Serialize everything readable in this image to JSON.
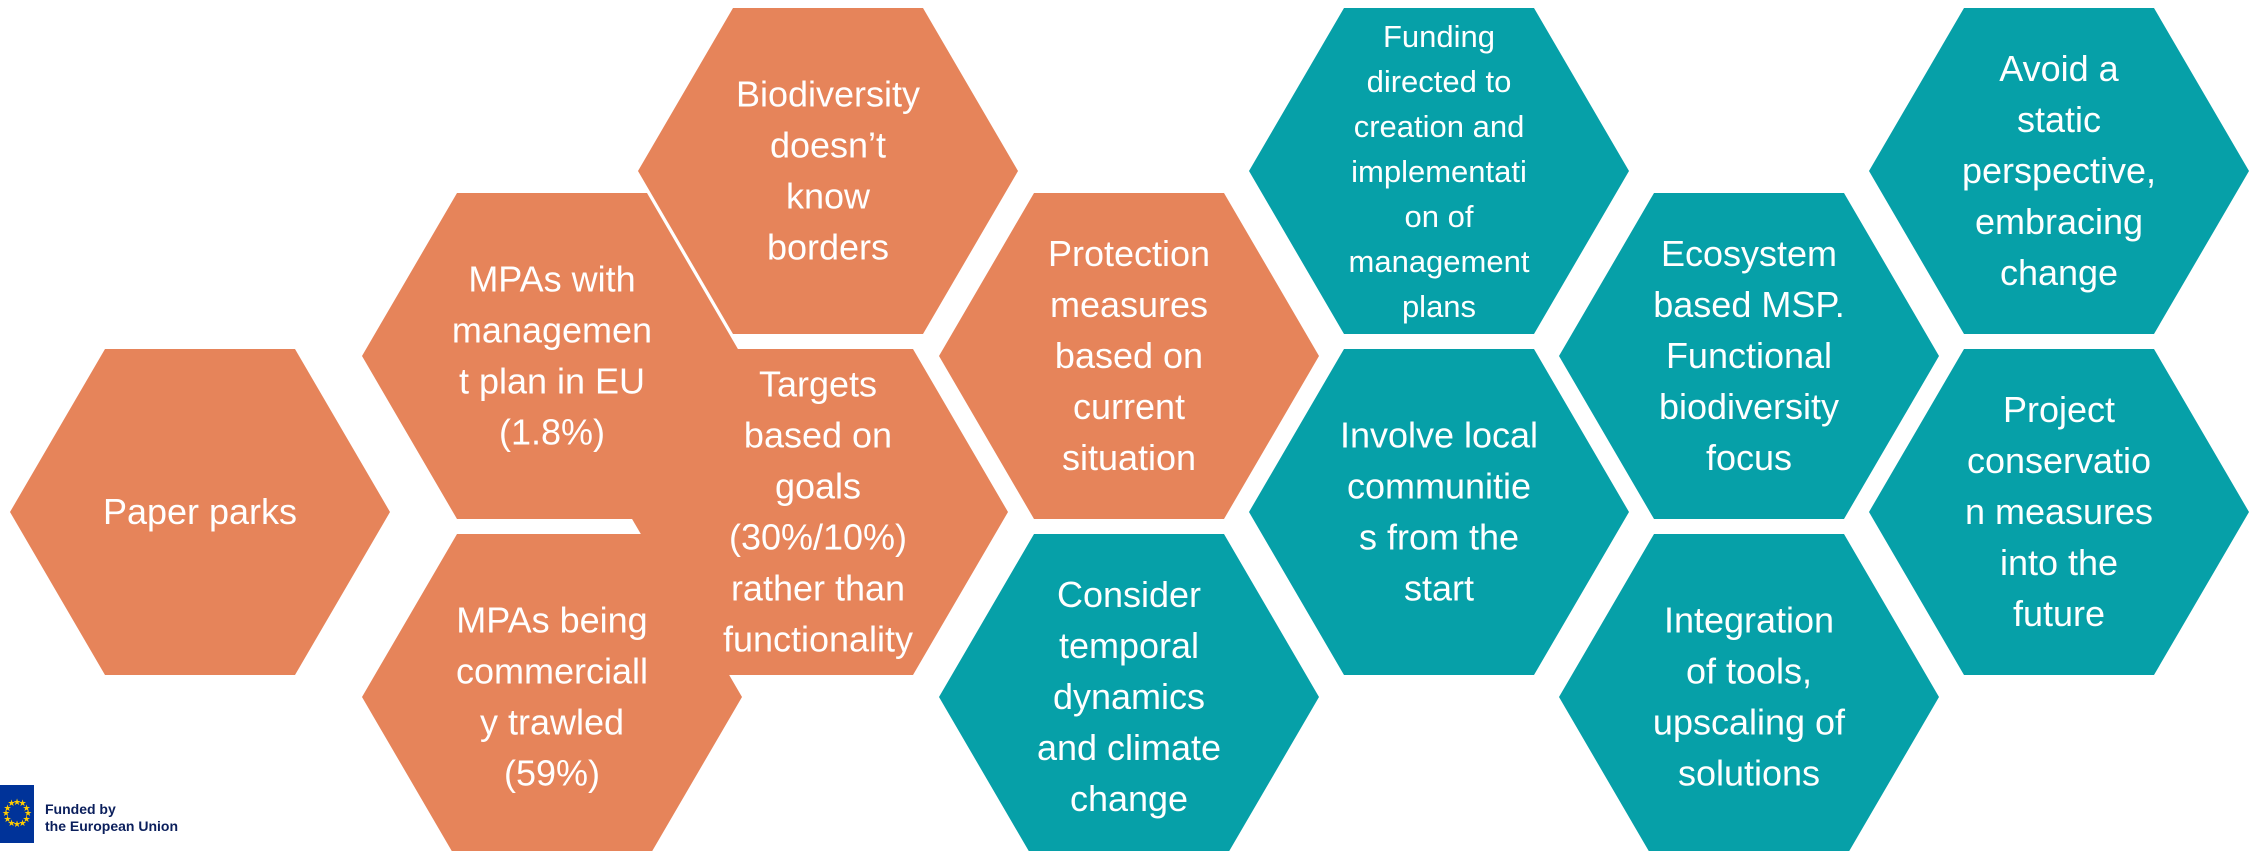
{
  "colors": {
    "orange": "#e6845a",
    "teal": "#06a0a8",
    "text": "#ffffff",
    "eu_blue": "#003399",
    "eu_yellow": "#ffcc00"
  },
  "hexagons": [
    {
      "id": "paper-parks",
      "color": "orange",
      "lines": [
        "Paper parks"
      ]
    },
    {
      "id": "mpas-management",
      "color": "orange",
      "lines": [
        "MPAs with",
        "managemen",
        "t plan in EU",
        "(1.8%)"
      ]
    },
    {
      "id": "mpas-trawled",
      "color": "orange",
      "lines": [
        "MPAs being",
        "commerciall",
        "y trawled",
        "(59%)"
      ]
    },
    {
      "id": "biodiversity-borders",
      "color": "orange",
      "lines": [
        "Biodiversity",
        "doesn’t",
        "know",
        "borders"
      ]
    },
    {
      "id": "targets-goals",
      "color": "orange",
      "lines": [
        "Targets",
        "based on",
        "goals",
        "(30%/10%)",
        "rather than",
        "functionality"
      ]
    },
    {
      "id": "protection-measures",
      "color": "orange",
      "lines": [
        "Protection",
        "measures",
        "based on",
        "current",
        "situation"
      ]
    },
    {
      "id": "temporal-dynamics",
      "color": "teal",
      "lines": [
        "Consider",
        "temporal",
        "dynamics",
        "and climate",
        "change"
      ]
    },
    {
      "id": "funding",
      "color": "teal",
      "small": true,
      "lines": [
        "Funding",
        "directed to",
        "creation and",
        "implementati",
        "on of",
        "management",
        "plans"
      ]
    },
    {
      "id": "local-communities",
      "color": "teal",
      "lines": [
        "Involve local",
        "communitie",
        "s from the",
        "start"
      ]
    },
    {
      "id": "ecosystem-msp",
      "color": "teal",
      "lines": [
        "Ecosystem",
        "based MSP.",
        "Functional",
        "biodiversity",
        "focus"
      ]
    },
    {
      "id": "integration-tools",
      "color": "teal",
      "lines": [
        "Integration",
        "of tools,",
        "upscaling of",
        "solutions"
      ]
    },
    {
      "id": "static-perspective",
      "color": "teal",
      "lines": [
        "Avoid a",
        "static",
        "perspective,",
        "embracing",
        "change"
      ]
    },
    {
      "id": "project-conservation",
      "color": "teal",
      "lines": [
        "Project",
        "conservatio",
        "n measures",
        "into the",
        "future"
      ]
    }
  ],
  "logo": {
    "line1": "Funded by",
    "line2": "the European Union"
  }
}
